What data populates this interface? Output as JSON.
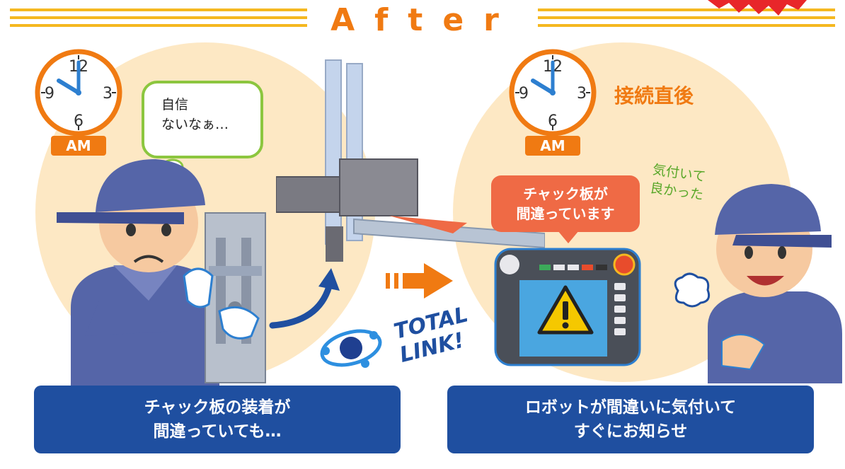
{
  "header": {
    "title": "After"
  },
  "left_scene": {
    "clock_numbers": [
      "12",
      "3",
      "6",
      "9"
    ],
    "am_label": "AM",
    "thought": {
      "line1": "自信",
      "line2": "ないなぁ…"
    },
    "caption": {
      "line1": "チャック板の装着が",
      "line2": "間違っていても…"
    }
  },
  "middle": {
    "total_link": {
      "line1": "TOTAL",
      "line2": "LINK!"
    }
  },
  "right_scene": {
    "clock_numbers": [
      "12",
      "3",
      "6",
      "9"
    ],
    "am_label": "AM",
    "timing_label": "接続直後",
    "alert": {
      "line1": "チャック板が",
      "line2": "間違っています"
    },
    "remark": {
      "line1": "気付いて",
      "line2": "良かった"
    },
    "caption": {
      "line1": "ロボットが間違いに気付いて",
      "line2": "すぐにお知らせ"
    }
  },
  "colors": {
    "accent_orange": "#f07a12",
    "stripe_yellow": "#f5b820",
    "caption_blue": "#1f4fa0",
    "alert_red": "#ef6a45",
    "remark_green": "#5aa82a",
    "scene_bg": "#fde8c4"
  },
  "icons": [
    "clock-icon",
    "warning-icon",
    "arrow-right-icon",
    "curved-arrow-icon",
    "total-link-logo-icon",
    "burst-icon"
  ]
}
